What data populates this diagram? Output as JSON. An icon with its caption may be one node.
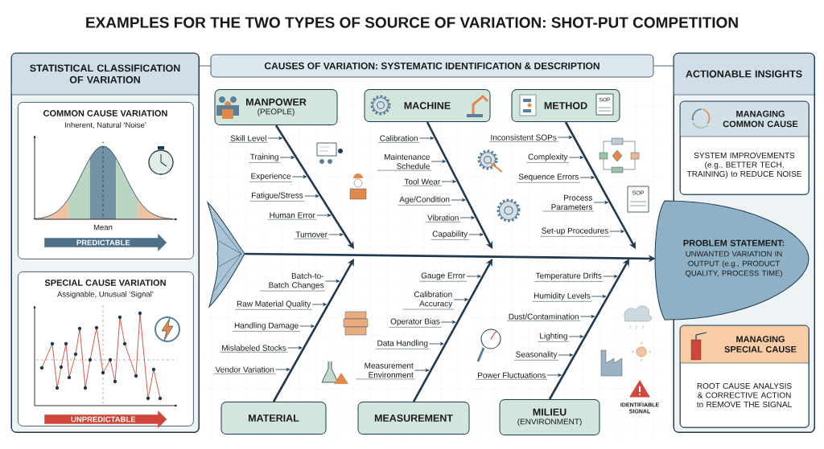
{
  "diagram": {
    "title": "EXAMPLES FOR THE TWO TYPES OF SOURCE OF VARIATION: SHOT-PUT COMPETITION",
    "nodes": [
      {
        "text": [
          "STATISTICAL CLASSIFICATION OF VARIATION"
        ]
      },
      {
        "text": [
          "COMMON CAUSE VARIATION",
          "Inherent, Natural ‘Noise’"
        ],
        "in": 0
      },
      {
        "text": [
          "PREDICTABLE"
        ],
        "in": 1
      },
      {
        "text": [
          "SPECIAL CAUSE VARIATION",
          "Assignable, Unusual ‘Signal’"
        ],
        "in": 0
      },
      {
        "text": [
          "UNPREDICTABLE"
        ],
        "in": 3
      },
      {
        "text": [
          "CAUSES OF VARIATION: SYSTEMATIC IDENTIFICATION & DESCRIPTION"
        ]
      },
      {
        "text": [
          "MANPOWER",
          "(PEOPLE)"
        ]
      },
      {
        "text": [
          "MACHINE"
        ]
      },
      {
        "text": [
          "METHOD"
        ]
      },
      {
        "text": [
          "MATERIAL"
        ]
      },
      {
        "text": [
          "MEASUREMENT"
        ]
      },
      {
        "text": [
          "MILIEU",
          "(ENVIRONMENT)"
        ]
      },
      {
        "text": [],
        "shape": "picture"
      },
      {
        "text": [
          "PROBLEM STATEMENT:",
          "UNWANTED VARIATION IN OUTPUT (e.g., PRODUCT QUALITY, PROCESS TIME)"
        ]
      },
      {
        "text": [
          "ACTIONABLE INSIGHTS"
        ]
      },
      {
        "text": [
          "MANAGING COMMON CAUSE",
          "SYSTEM IMPROVEMENTS (e.g., BETTER TECH, TRAINING) to REDUCE NOISE"
        ],
        "in": 14
      },
      {
        "text": [
          "MANAGING SPECIAL CAUSE",
          "ROOT CAUSE ANALYSIS & CORRECTIVE ACTION to REMOVE THE SIGNAL"
        ],
        "in": 14
      },
      {
        "text": [
          "Skill Level"
        ]
      },
      {
        "text": [
          "Training"
        ]
      },
      {
        "text": [
          "Experience"
        ]
      },
      {
        "text": [
          "Fatigue/Stress"
        ]
      },
      {
        "text": [
          "Human Error"
        ]
      },
      {
        "text": [
          "Turnover"
        ]
      },
      {
        "text": [
          "Calibration"
        ]
      },
      {
        "text": [
          "Maintenance Schedule"
        ]
      },
      {
        "text": [
          "Tool Wear"
        ]
      },
      {
        "text": [
          "Age/Condition"
        ]
      },
      {
        "text": [
          "Vibration"
        ]
      },
      {
        "text": [
          "Capability"
        ]
      },
      {
        "text": [
          "Inconsistent SOPs"
        ]
      },
      {
        "text": [
          "Complexity"
        ]
      },
      {
        "text": [
          "Sequence Errors"
        ]
      },
      {
        "text": [
          "Process Parameters"
        ]
      },
      {
        "text": [
          "Set-up Procedures"
        ]
      },
      {
        "text": [
          "Batch-to-Batch Changes"
        ]
      },
      {
        "text": [
          "Raw Material Quality"
        ]
      },
      {
        "text": [
          "Handling Damage"
        ]
      },
      {
        "text": [
          "Mislabeled Stocks"
        ]
      },
      {
        "text": [
          "Vendor Variation"
        ]
      },
      {
        "text": [
          "Gauge Error"
        ]
      },
      {
        "text": [
          "Calibration Accuracy"
        ]
      },
      {
        "text": [
          "Operator Bias"
        ]
      },
      {
        "text": [
          "Data Handling"
        ]
      },
      {
        "text": [
          "Measurement Environment"
        ]
      },
      {
        "text": [
          "Temperature Drifts"
        ]
      },
      {
        "text": [
          "Humidity Levels"
        ]
      },
      {
        "text": [
          "Dust/Contamination"
        ]
      },
      {
        "text": [
          "Lighting"
        ]
      },
      {
        "text": [
          "Seasonality"
        ]
      },
      {
        "text": [
          "Power Fluctuations"
        ]
      }
    ],
    "edges": [
      {
        "from": 0,
        "to": 5,
        "arrow": "none"
      },
      {
        "from": 5,
        "to": 14,
        "arrow": "none"
      },
      {
        "from": 12,
        "to": 13,
        "arrow": "to",
        "style": "thick"
      },
      {
        "from": 6,
        "to": null,
        "arrow": "to",
        "style": "thick"
      },
      {
        "from": 7,
        "to": null,
        "arrow": "to",
        "style": "thick"
      },
      {
        "from": 8,
        "to": null,
        "arrow": "to",
        "style": "thick"
      },
      {
        "from": 9,
        "to": null,
        "arrow": "to",
        "style": "thick"
      },
      {
        "from": 10,
        "to": null,
        "arrow": "to",
        "style": "thick"
      },
      {
        "from": 11,
        "to": null,
        "arrow": "to",
        "style": "thick"
      },
      {
        "from": 17,
        "to": null,
        "arrow": "to"
      },
      {
        "from": 18,
        "to": null,
        "arrow": "to"
      },
      {
        "from": 19,
        "to": null,
        "arrow": "to"
      },
      {
        "from": 20,
        "to": null,
        "arrow": "to"
      },
      {
        "from": 21,
        "to": null,
        "arrow": "to"
      },
      {
        "from": 22,
        "to": null,
        "arrow": "to"
      },
      {
        "from": 23,
        "to": null,
        "arrow": "to"
      },
      {
        "from": 24,
        "to": null,
        "arrow": "to"
      },
      {
        "from": 25,
        "to": null,
        "arrow": "to"
      },
      {
        "from": 26,
        "to": null,
        "arrow": "to"
      },
      {
        "from": 27,
        "to": null,
        "arrow": "to"
      },
      {
        "from": 28,
        "to": null,
        "arrow": "to"
      },
      {
        "from": 29,
        "to": null,
        "arrow": "to"
      },
      {
        "from": 30,
        "to": null,
        "arrow": "to"
      },
      {
        "from": 31,
        "to": null,
        "arrow": "to"
      },
      {
        "from": 32,
        "to": null,
        "arrow": "to"
      },
      {
        "from": 33,
        "to": null,
        "arrow": "to"
      },
      {
        "from": 34,
        "to": null,
        "arrow": "to"
      },
      {
        "from": 35,
        "to": null,
        "arrow": "to"
      },
      {
        "from": 36,
        "to": null,
        "arrow": "to"
      },
      {
        "from": 37,
        "to": null,
        "arrow": "to"
      },
      {
        "from": 38,
        "to": null,
        "arrow": "to"
      },
      {
        "from": 39,
        "to": null,
        "arrow": "to"
      },
      {
        "from": 40,
        "to": null,
        "arrow": "to"
      },
      {
        "from": 41,
        "to": null,
        "arrow": "to"
      },
      {
        "from": 42,
        "to": null,
        "arrow": "to"
      },
      {
        "from": 43,
        "to": null,
        "arrow": "to"
      },
      {
        "from": 44,
        "to": null,
        "arrow": "to"
      },
      {
        "from": 45,
        "to": null,
        "arrow": "to"
      },
      {
        "from": 46,
        "to": null,
        "arrow": "to"
      },
      {
        "from": 47,
        "to": null,
        "arrow": "to"
      },
      {
        "from": 48,
        "to": null,
        "arrow": "to"
      },
      {
        "from": 49,
        "to": null,
        "arrow": "to"
      }
    ],
    "labels": [
      "Mean",
      "SOP",
      "SOP",
      "IDENTIFIABLE SIGNAL"
    ]
  }
}
